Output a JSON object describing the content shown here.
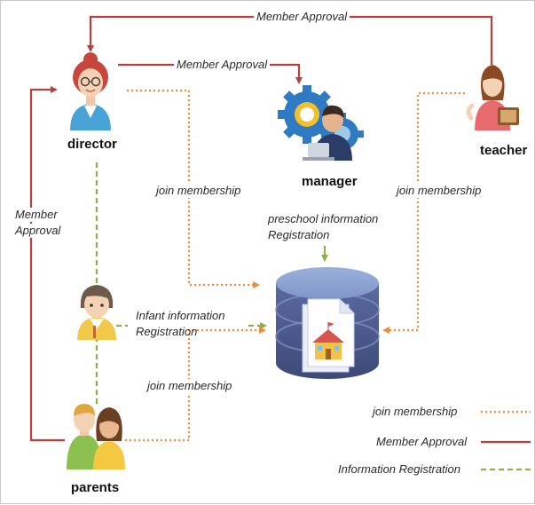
{
  "colors": {
    "member_approval": "#b5403f",
    "join_membership": "#ed8c3d",
    "information_registration": "#8db04a"
  },
  "roles": {
    "director": "director",
    "manager": "manager",
    "teacher": "teacher",
    "parents": "parents"
  },
  "labels": {
    "member_approval_top": "Member Approval",
    "member_approval_director_manager": "Member Approval",
    "member_approval_left_line1": "Member",
    "member_approval_left_line2": "Approval",
    "join_membership_director": "join membership",
    "join_membership_teacher": "join membership",
    "join_membership_parents": "join membership",
    "preschool_line1": "preschool information",
    "preschool_line2": "Registration",
    "infant_line1": "Infant information",
    "infant_line2": "Registration"
  },
  "legend": {
    "join_membership": "join membership",
    "member_approval": "Member Approval",
    "information_registration": "Information Registration"
  },
  "icons": {
    "director": "director-avatar-icon",
    "manager": "manager-gear-icon",
    "teacher": "teacher-avatar-icon",
    "infant": "infant-avatar-icon",
    "parents": "parents-avatar-icon",
    "database": "database-icon"
  }
}
